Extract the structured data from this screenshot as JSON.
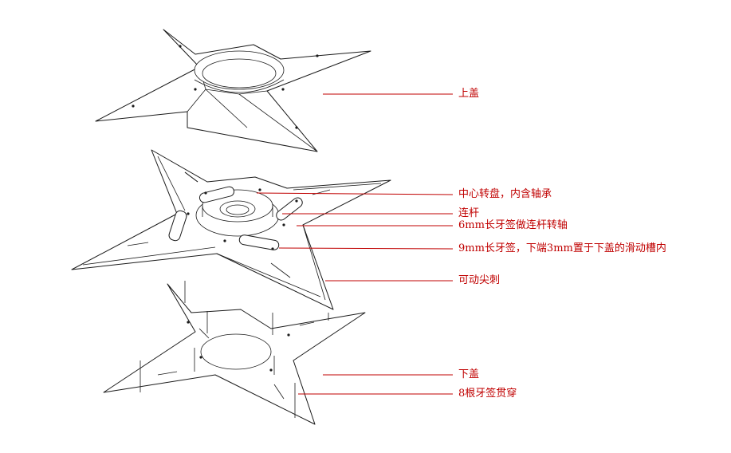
{
  "colors": {
    "line": "#1a1a1a",
    "leader": "#c00000",
    "label": "#c00000",
    "background": "#ffffff"
  },
  "labels": {
    "top_cover": "上盖",
    "center_turntable": "中心转盘，内含轴承",
    "link_rod": "连杆",
    "pivot_screw_6mm": "6mm长牙签做连杆转轴",
    "slide_screw_9mm": "9mm长牙签，下端3mm置于下盖的滑动槽内",
    "movable_spike": "可动尖刺",
    "bottom_cover": "下盖",
    "eight_screws": "8根牙签贯穿"
  }
}
